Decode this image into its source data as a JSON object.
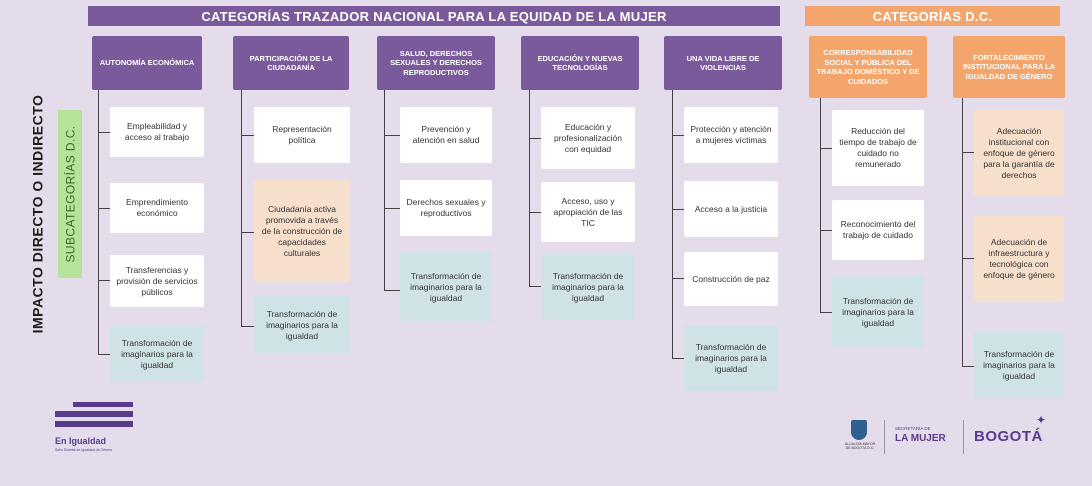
{
  "banners": {
    "main": "CATEGORÍAS TRAZADOR NACIONAL PARA LA EQUIDAD DE LA MUJER",
    "dc": "CATEGORÍAS D.C."
  },
  "side_title": "IMPACTO DIRECTO O INDIRECTO",
  "subcat_label": "SUBCATEGORÍAS D.C.",
  "columns": [
    {
      "head": "AUTONOMÍA ECONÓMICA",
      "items": [
        "Empleabilidad y acceso al trabajo",
        "Emprendimiento económico",
        "Transferencias y provisión de servicios públicos",
        "Transformación de imaginarios para la igualdad"
      ]
    },
    {
      "head": "PARTICIPACIÓN DE LA CIUDADANÍA",
      "items": [
        "Representación política",
        "Ciudadanía activa promovida a través de la construcción de capacidades culturales",
        "Transformación de imaginarios para la igualdad"
      ]
    },
    {
      "head": "SALUD, DERECHOS SEXUALES Y DERECHOS REPRODUCTIVOS",
      "items": [
        "Prevención y atención en salud",
        "Derechos sexuales y reproductivos",
        "Transformación de imaginarios para la igualdad"
      ]
    },
    {
      "head": "EDUCACIÓN Y NUEVAS TECNOLOGÍAS",
      "items": [
        "Educación y profesionalización con equidad",
        "Acceso, uso y apropiación de las TIC",
        "Transformación de imaginarios para la igualdad"
      ]
    },
    {
      "head": "UNA VIDA LIBRE DE VIOLENCIAS",
      "items": [
        "Protección y atención a mujeres víctimas",
        "Acceso a la justicia",
        "Construcción de paz",
        "Transformación de imaginarios para la igualdad"
      ]
    },
    {
      "head": "CORRESPONSABILIDAD SOCIAL Y PÚBLICA DEL TRABAJO DOMÉSTICO Y DE CUIDADOS",
      "items": [
        "Reducción del tiempo de trabajo de cuidado no remunerado",
        "Reconocimiento del trabajo de cuidado",
        "Transformación de imaginarios para la igualdad"
      ]
    },
    {
      "head": "FORTALECIMIENTO INSTITUCIONAL PARA LA IGUALDAD DE GÉNERO",
      "items": [
        "Adecuación institucional con enfoque de género para la garantía de derechos",
        "Adecuación de infraestructura y tecnológica con enfoque de género",
        "Transformación de imaginarios para la igualdad"
      ]
    }
  ],
  "colors": {
    "purple": "#7b5a9b",
    "orange": "#f4a56c",
    "white_box": "#ffffff",
    "peach_box": "#f6dfcb",
    "teal_box": "#cfe3e6",
    "green_label": "#b5e39a",
    "background": "#e4dcea"
  },
  "logos": {
    "left_name": "En Igualdad",
    "left_sub": "Sello Distrital de Igualdad de Género",
    "alcaldia": "ALCALDÍA MAYOR DE BOGOTÁ D.C.",
    "secretaria": "SECRETARÍA DE",
    "lamujer": "LA MUJER",
    "bogota": "BOGOTÁ"
  }
}
